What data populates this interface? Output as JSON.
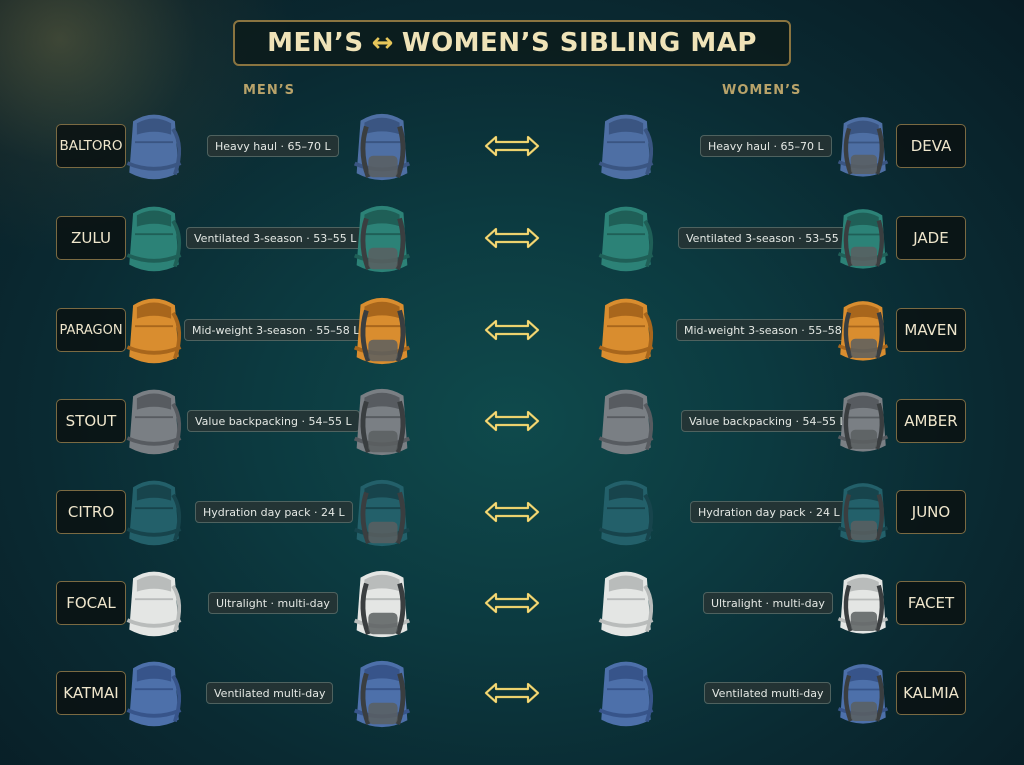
{
  "title": {
    "left": "MEN’S",
    "arrow": "↔",
    "right": "WOMEN’S SIBLING MAP"
  },
  "columns": {
    "mens": "MEN’S",
    "womens": "WOMEN’S"
  },
  "colors": {
    "accent": "#e6c65a",
    "frame": "#7b6a42"
  },
  "pairs": [
    {
      "mens": "BALTORO",
      "womens": "DEVA",
      "desc": "Heavy haul · 65–70 L",
      "pack_color": "#4e6fa4",
      "pack_shade": "#3a5582"
    },
    {
      "mens": "ZULU",
      "womens": "JADE",
      "desc": "Ventilated 3-season · 53–55 L",
      "pack_color": "#2c8277",
      "pack_shade": "#1f5f57"
    },
    {
      "mens": "PARAGON",
      "womens": "MAVEN",
      "desc": "Mid-weight 3-season · 55–58 L",
      "pack_color": "#d98d2f",
      "pack_shade": "#a8661c"
    },
    {
      "mens": "STOUT",
      "womens": "AMBER",
      "desc": "Value backpacking · 54–55 L",
      "pack_color": "#7a7f84",
      "pack_shade": "#575b60"
    },
    {
      "mens": "CITRO",
      "womens": "JUNO",
      "desc": "Hydration day pack · 24 L",
      "pack_color": "#23606a",
      "pack_shade": "#17444c"
    },
    {
      "mens": "FOCAL",
      "womens": "FACET",
      "desc": "Ultralight · multi-day",
      "pack_color": "#e4e6e4",
      "pack_shade": "#b9bcbb"
    },
    {
      "mens": "KATMAI",
      "womens": "KALMIA",
      "desc": "Ventilated multi-day",
      "pack_color": "#4d70aa",
      "pack_shade": "#37548a"
    }
  ]
}
